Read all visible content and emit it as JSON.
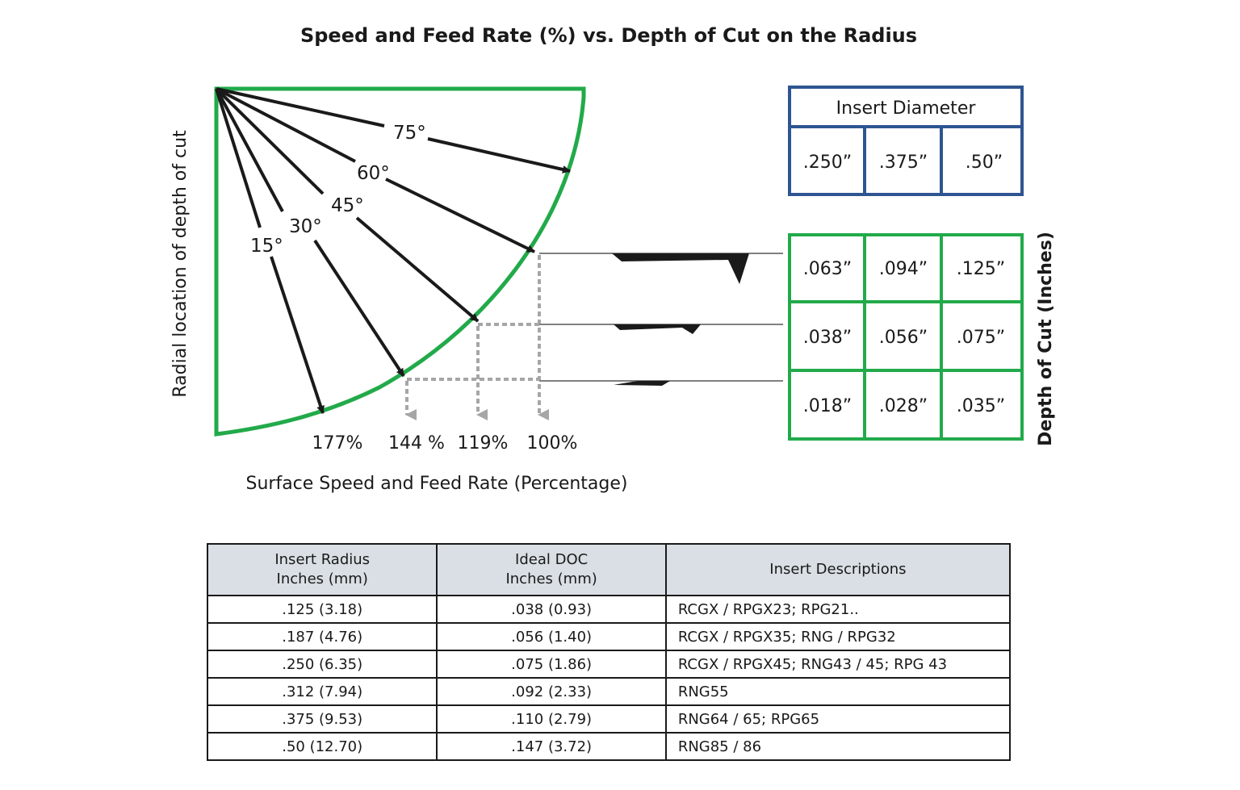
{
  "title": "Speed and Feed Rate (%) vs. Depth of Cut on the Radius",
  "diagram": {
    "angle_labels": [
      "15°",
      "30°",
      "45°",
      "60°",
      "75°"
    ],
    "percent_labels": [
      "177%",
      "144 %",
      "119%",
      "100%"
    ],
    "x_axis_label": "Surface Speed and Feed Rate (Percentage)",
    "y_axis_label": "Radial location of depth of cut",
    "depth_axis_label": "Depth of Cut (Inches)"
  },
  "insert_diameter": {
    "header": "Insert Diameter",
    "values": [
      ".250”",
      ".375”",
      ".50”"
    ]
  },
  "depth_of_cut": {
    "rows": [
      [
        ".063”",
        ".094”",
        ".125”"
      ],
      [
        ".038”",
        ".056”",
        ".075”"
      ],
      [
        ".018”",
        ".028”",
        ".035”"
      ]
    ]
  },
  "colors": {
    "green": "#22aa4a",
    "blue": "#2e5591",
    "dotted": "#a6a6a6",
    "table_header_bg": "#d9dfe4"
  },
  "table": {
    "headers": [
      [
        "Insert Radius",
        "Inches (mm)"
      ],
      [
        "Ideal DOC",
        "Inches (mm)"
      ],
      [
        "Insert Descriptions"
      ]
    ],
    "rows": [
      [
        ".125 (3.18)",
        ".038 (0.93)",
        "RCGX / RPGX23; RPG21.."
      ],
      [
        ".187 (4.76)",
        ".056 (1.40)",
        "RCGX / RPGX35; RNG / RPG32"
      ],
      [
        ".250 (6.35)",
        ".075 (1.86)",
        "RCGX / RPGX45; RNG43 / 45; RPG 43"
      ],
      [
        ".312 (7.94)",
        ".092 (2.33)",
        "RNG55"
      ],
      [
        ".375 (9.53)",
        ".110 (2.79)",
        "RNG64 / 65; RPG65"
      ],
      [
        ".50 (12.70)",
        ".147 (3.72)",
        "RNG85 / 86"
      ]
    ]
  }
}
